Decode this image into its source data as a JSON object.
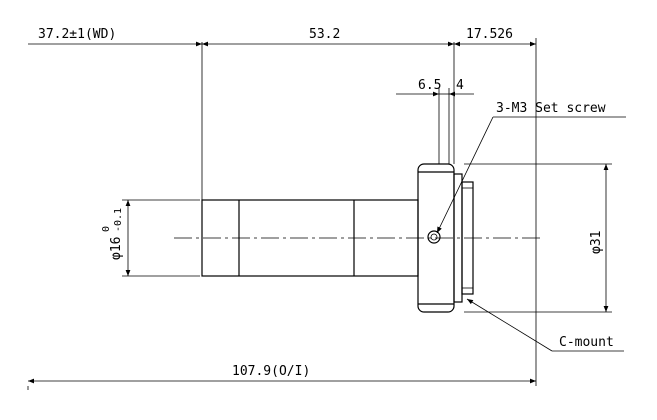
{
  "dimensions": {
    "working_distance": "37.2±1(WD)",
    "lens_length": "53.2",
    "flange_back": "17.526",
    "screw_offset_a": "6.5",
    "screw_offset_b": "4",
    "total_length": "107.9(O/I)",
    "front_diameter_prefix": "φ16",
    "front_tol_upper": "0",
    "front_tol_lower": "-0.1",
    "rear_diameter": "φ31"
  },
  "callouts": {
    "screw": "3-M3 Set screw",
    "mount": "C-mount"
  }
}
